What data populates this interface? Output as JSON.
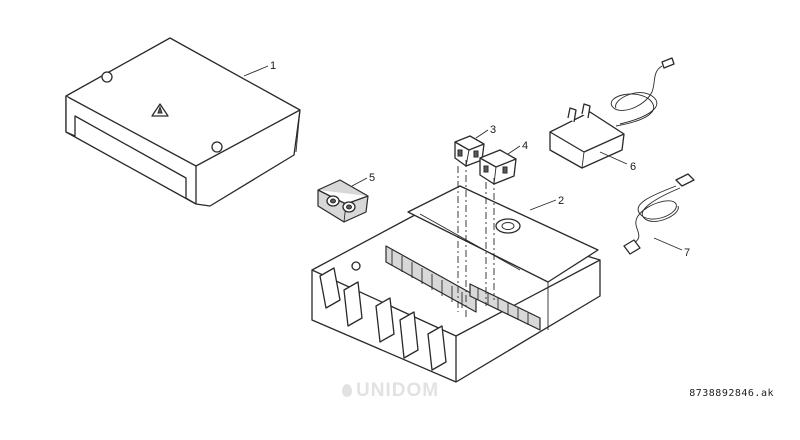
{
  "drawing_code": "8738892846.ak",
  "watermark": "UNIDOM",
  "callouts": {
    "p1": "1",
    "p2": "2",
    "p3": "3",
    "p4": "4",
    "p5": "5",
    "p6": "6",
    "p7": "7"
  },
  "colors": {
    "line": "#2a2a2a",
    "shade": "#d8d8d8",
    "watermark": "#e2e2e2"
  }
}
